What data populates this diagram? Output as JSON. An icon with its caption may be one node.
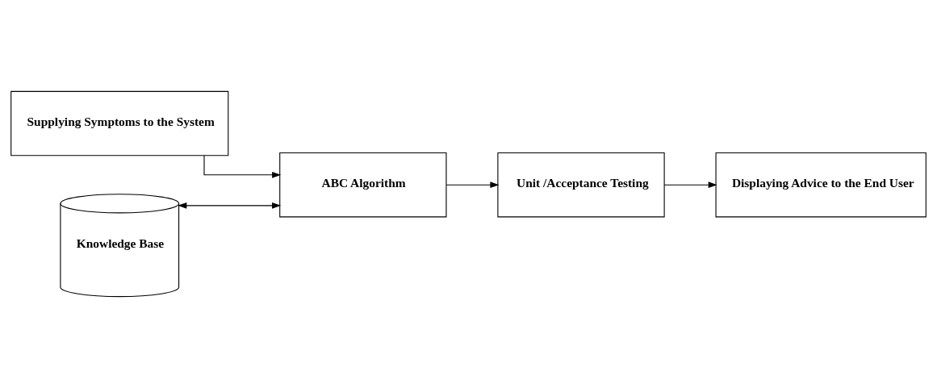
{
  "diagram": {
    "nodes": [
      {
        "text": [
          "Supplying Symptoms to the System"
        ]
      },
      {
        "text": [
          "ABC Algorithm"
        ]
      },
      {
        "text": [
          "Knowledge Base"
        ]
      },
      {
        "text": [
          "Unit /Acceptance Testing"
        ]
      },
      {
        "text": [
          "Displaying Advice to the End User"
        ]
      }
    ],
    "edges": [
      {
        "from": 0,
        "to": 1,
        "arrow": "to"
      },
      {
        "from": 1,
        "to": 2,
        "arrow": "both"
      },
      {
        "from": 1,
        "to": 3,
        "arrow": "to"
      },
      {
        "from": 3,
        "to": 4,
        "arrow": "to"
      }
    ]
  }
}
